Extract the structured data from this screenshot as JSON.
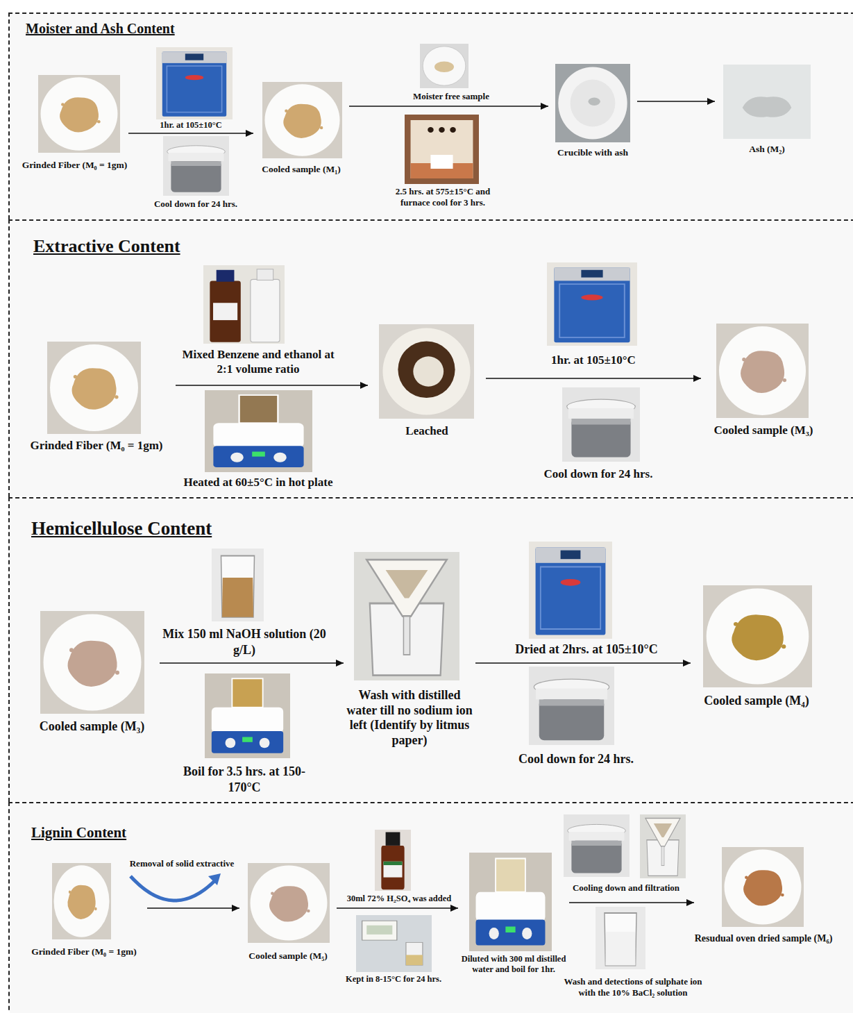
{
  "diagram": {
    "nodes": [
      {
        "text": [
          "Moister and Ash Content"
        ]
      },
      {
        "text": [
          "Grinded Fiber (M₀ = 1gm)"
        ],
        "in": 0
      },
      {
        "text": [
          "Cooled sample (M₁)"
        ],
        "in": 0
      },
      {
        "text": [
          "Crucible with ash"
        ],
        "in": 0
      },
      {
        "text": [
          "Ash (M₂)"
        ],
        "in": 0
      },
      {
        "text": [
          "Extractive Content"
        ]
      },
      {
        "text": [
          "Grinded Fiber (M₀ = 1gm)"
        ],
        "in": 5
      },
      {
        "text": [
          "Leached"
        ],
        "in": 5
      },
      {
        "text": [
          "Cooled sample (M₃)"
        ],
        "in": 5
      },
      {
        "text": [
          "Hemicellulose Content"
        ]
      },
      {
        "text": [
          "Cooled sample (M₃)"
        ],
        "in": 9
      },
      {
        "text": [
          "Wash with distilled water till no sodium ion left (Identify by litmus paper)"
        ],
        "in": 9
      },
      {
        "text": [
          "Cooled sample (M₄)"
        ],
        "in": 9
      },
      {
        "text": [
          "Lignin Content"
        ]
      },
      {
        "text": [
          "Grinded Fiber (M₀ = 1gm)"
        ],
        "in": 13
      },
      {
        "text": [
          "Cooled sample (M₅)"
        ],
        "in": 13
      },
      {
        "text": [
          "Diluted with 300 ml distilled water and boil for 1hr."
        ],
        "in": 13
      },
      {
        "text": [
          "Resudual oven dried sample (M₆)"
        ],
        "in": 13
      }
    ],
    "edges": [
      {
        "from": 1,
        "to": 2,
        "arrow": "to",
        "label": "1hr. at 105±10°C"
      },
      {
        "from": 2,
        "to": 3,
        "arrow": "to",
        "label": "Moister free sample"
      },
      {
        "from": 3,
        "to": 4,
        "arrow": "to"
      },
      {
        "from": 6,
        "to": 7,
        "arrow": "to",
        "label": "Mixed Benzene and ethanol at 2:1 volume ratio"
      },
      {
        "from": 7,
        "to": 8,
        "arrow": "to",
        "label": "1hr. at 105±10°C"
      },
      {
        "from": 10,
        "to": 11,
        "arrow": "to",
        "label": "Mix 150 ml NaOH solution (20 g/L)"
      },
      {
        "from": 11,
        "to": 12,
        "arrow": "to",
        "label": "Dried at 2hrs. at 105±10°C"
      },
      {
        "from": 14,
        "to": 15,
        "arrow": "to",
        "label": "Removal of solid extractive"
      },
      {
        "from": 15,
        "to": 16,
        "arrow": "to",
        "label": "30ml 72% H₂SO₄ was added"
      },
      {
        "from": 16,
        "to": 17,
        "arrow": "to",
        "label": "Cooling down and filtration"
      }
    ],
    "labels": [
      "Cool down for 24 hrs.",
      "2.5 hrs. at 575±15°C and furnace cool for 3 hrs.",
      "Heated at 60±5°C in hot plate",
      "Cool down for 24 hrs.",
      "Boil for 3.5 hrs. at 150-170°C",
      "Cool down for 24 hrs.",
      "Kept in 8-15°C for 24 hrs.",
      "Wash and detections of sulphate ion with the 10% BaCl₂ solution"
    ]
  }
}
